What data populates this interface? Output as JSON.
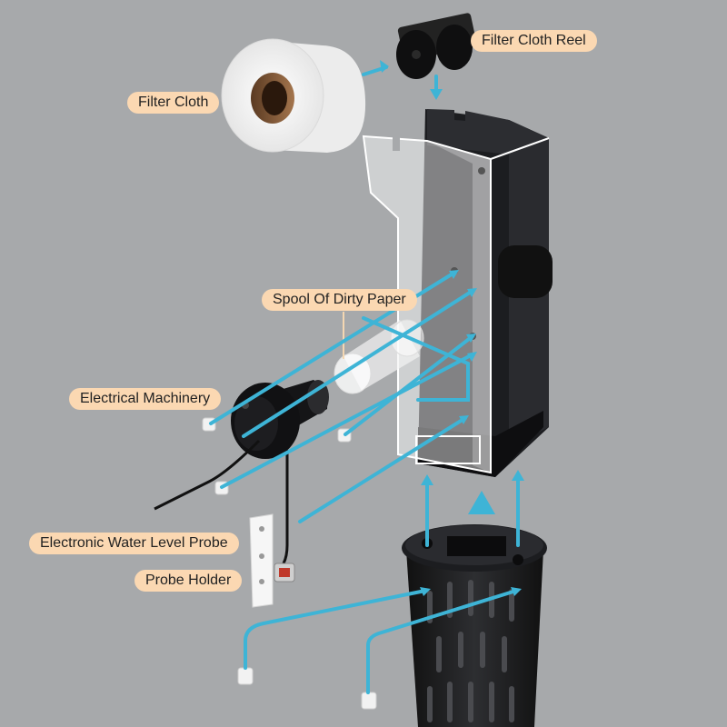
{
  "labels": {
    "filter_cloth_reel": "Filter Cloth Reel",
    "filter_cloth": "Filter Cloth",
    "spool_of_dirty_paper": "Spool Of Dirty Paper",
    "electrical_machinery": "Electrical Machinery",
    "water_level_probe": "Electronic Water Level Probe",
    "probe_holder": "Probe Holder"
  },
  "colors": {
    "background": "#a7a9ab",
    "label_fill": "#fbd8b2",
    "arrow": "#3eb4d6",
    "housing": "#1e1f22"
  }
}
